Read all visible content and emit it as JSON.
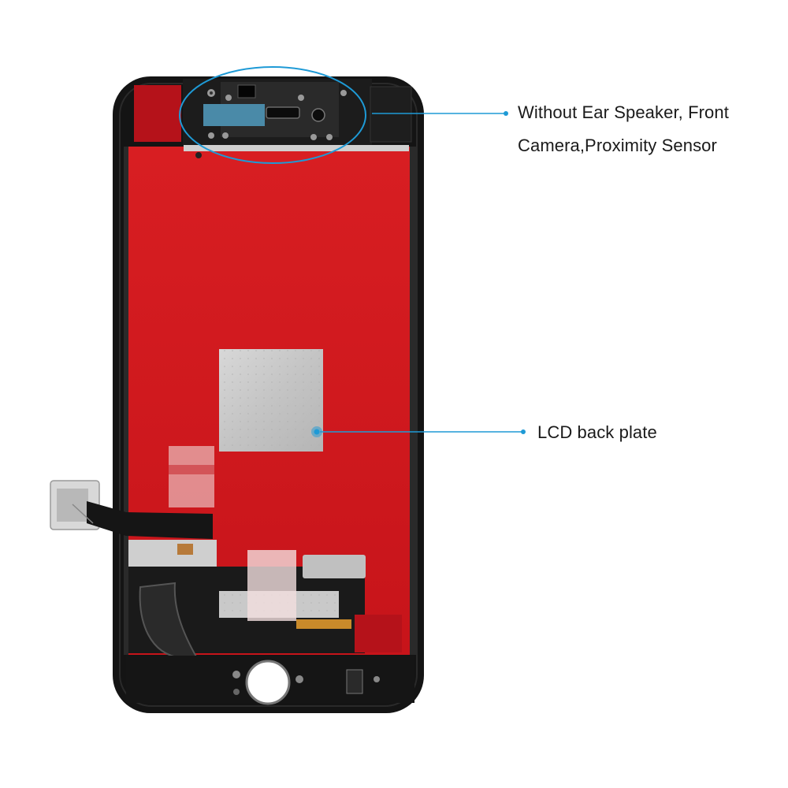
{
  "callouts": {
    "sensor_area": {
      "line1": "Without Ear Speaker, Front",
      "line2": "Camera,Proximity Sensor"
    },
    "back_plate": {
      "label": "LCD back plate"
    }
  },
  "colors": {
    "accent_line": "#1e9ad6",
    "red_shield": "#d4181f",
    "frame": "#141414",
    "foil": "#c9c9c9"
  }
}
